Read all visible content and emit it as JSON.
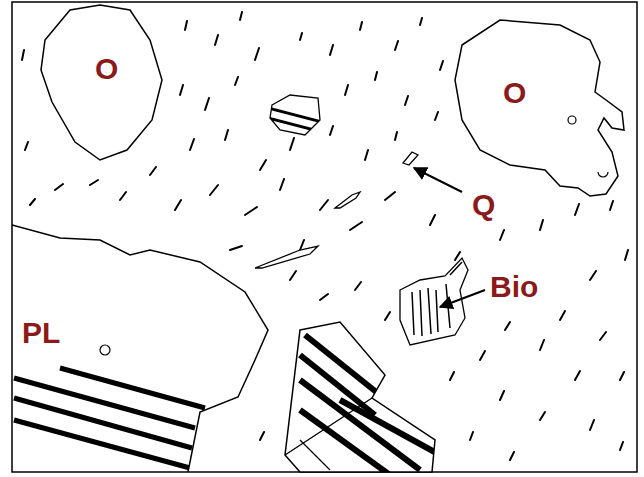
{
  "diagram": {
    "nodes": [
      {
        "text": [
          "O"
        ]
      },
      {
        "text": [
          "O"
        ]
      },
      {
        "text": [
          "PL"
        ]
      }
    ],
    "labels": [
      "Q",
      "Bio"
    ]
  }
}
